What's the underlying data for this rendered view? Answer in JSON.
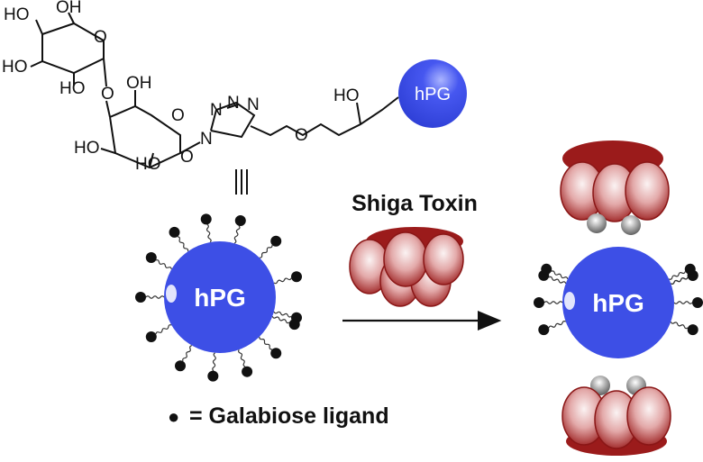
{
  "structure": {
    "labels": [
      "HO",
      "OH",
      "O",
      "HO",
      "HO",
      "O",
      "OH",
      "O",
      "HO",
      "HO",
      "O",
      "N",
      "N",
      "N",
      "N",
      "O",
      "HO"
    ],
    "molecule_bead_label": "hPG"
  },
  "reaction": {
    "reagent_label": "Shiga Toxin",
    "reactant_core_label": "hPG",
    "product_core_label": "hPG"
  },
  "legend": {
    "symbol": "●",
    "text": "= Galabiose ligand"
  },
  "colors": {
    "hpg_blue": "#3b4ee8",
    "toxin_dark": "#9b1b1b",
    "toxin_light": "#f4d9d9",
    "ligand": "#111111"
  }
}
